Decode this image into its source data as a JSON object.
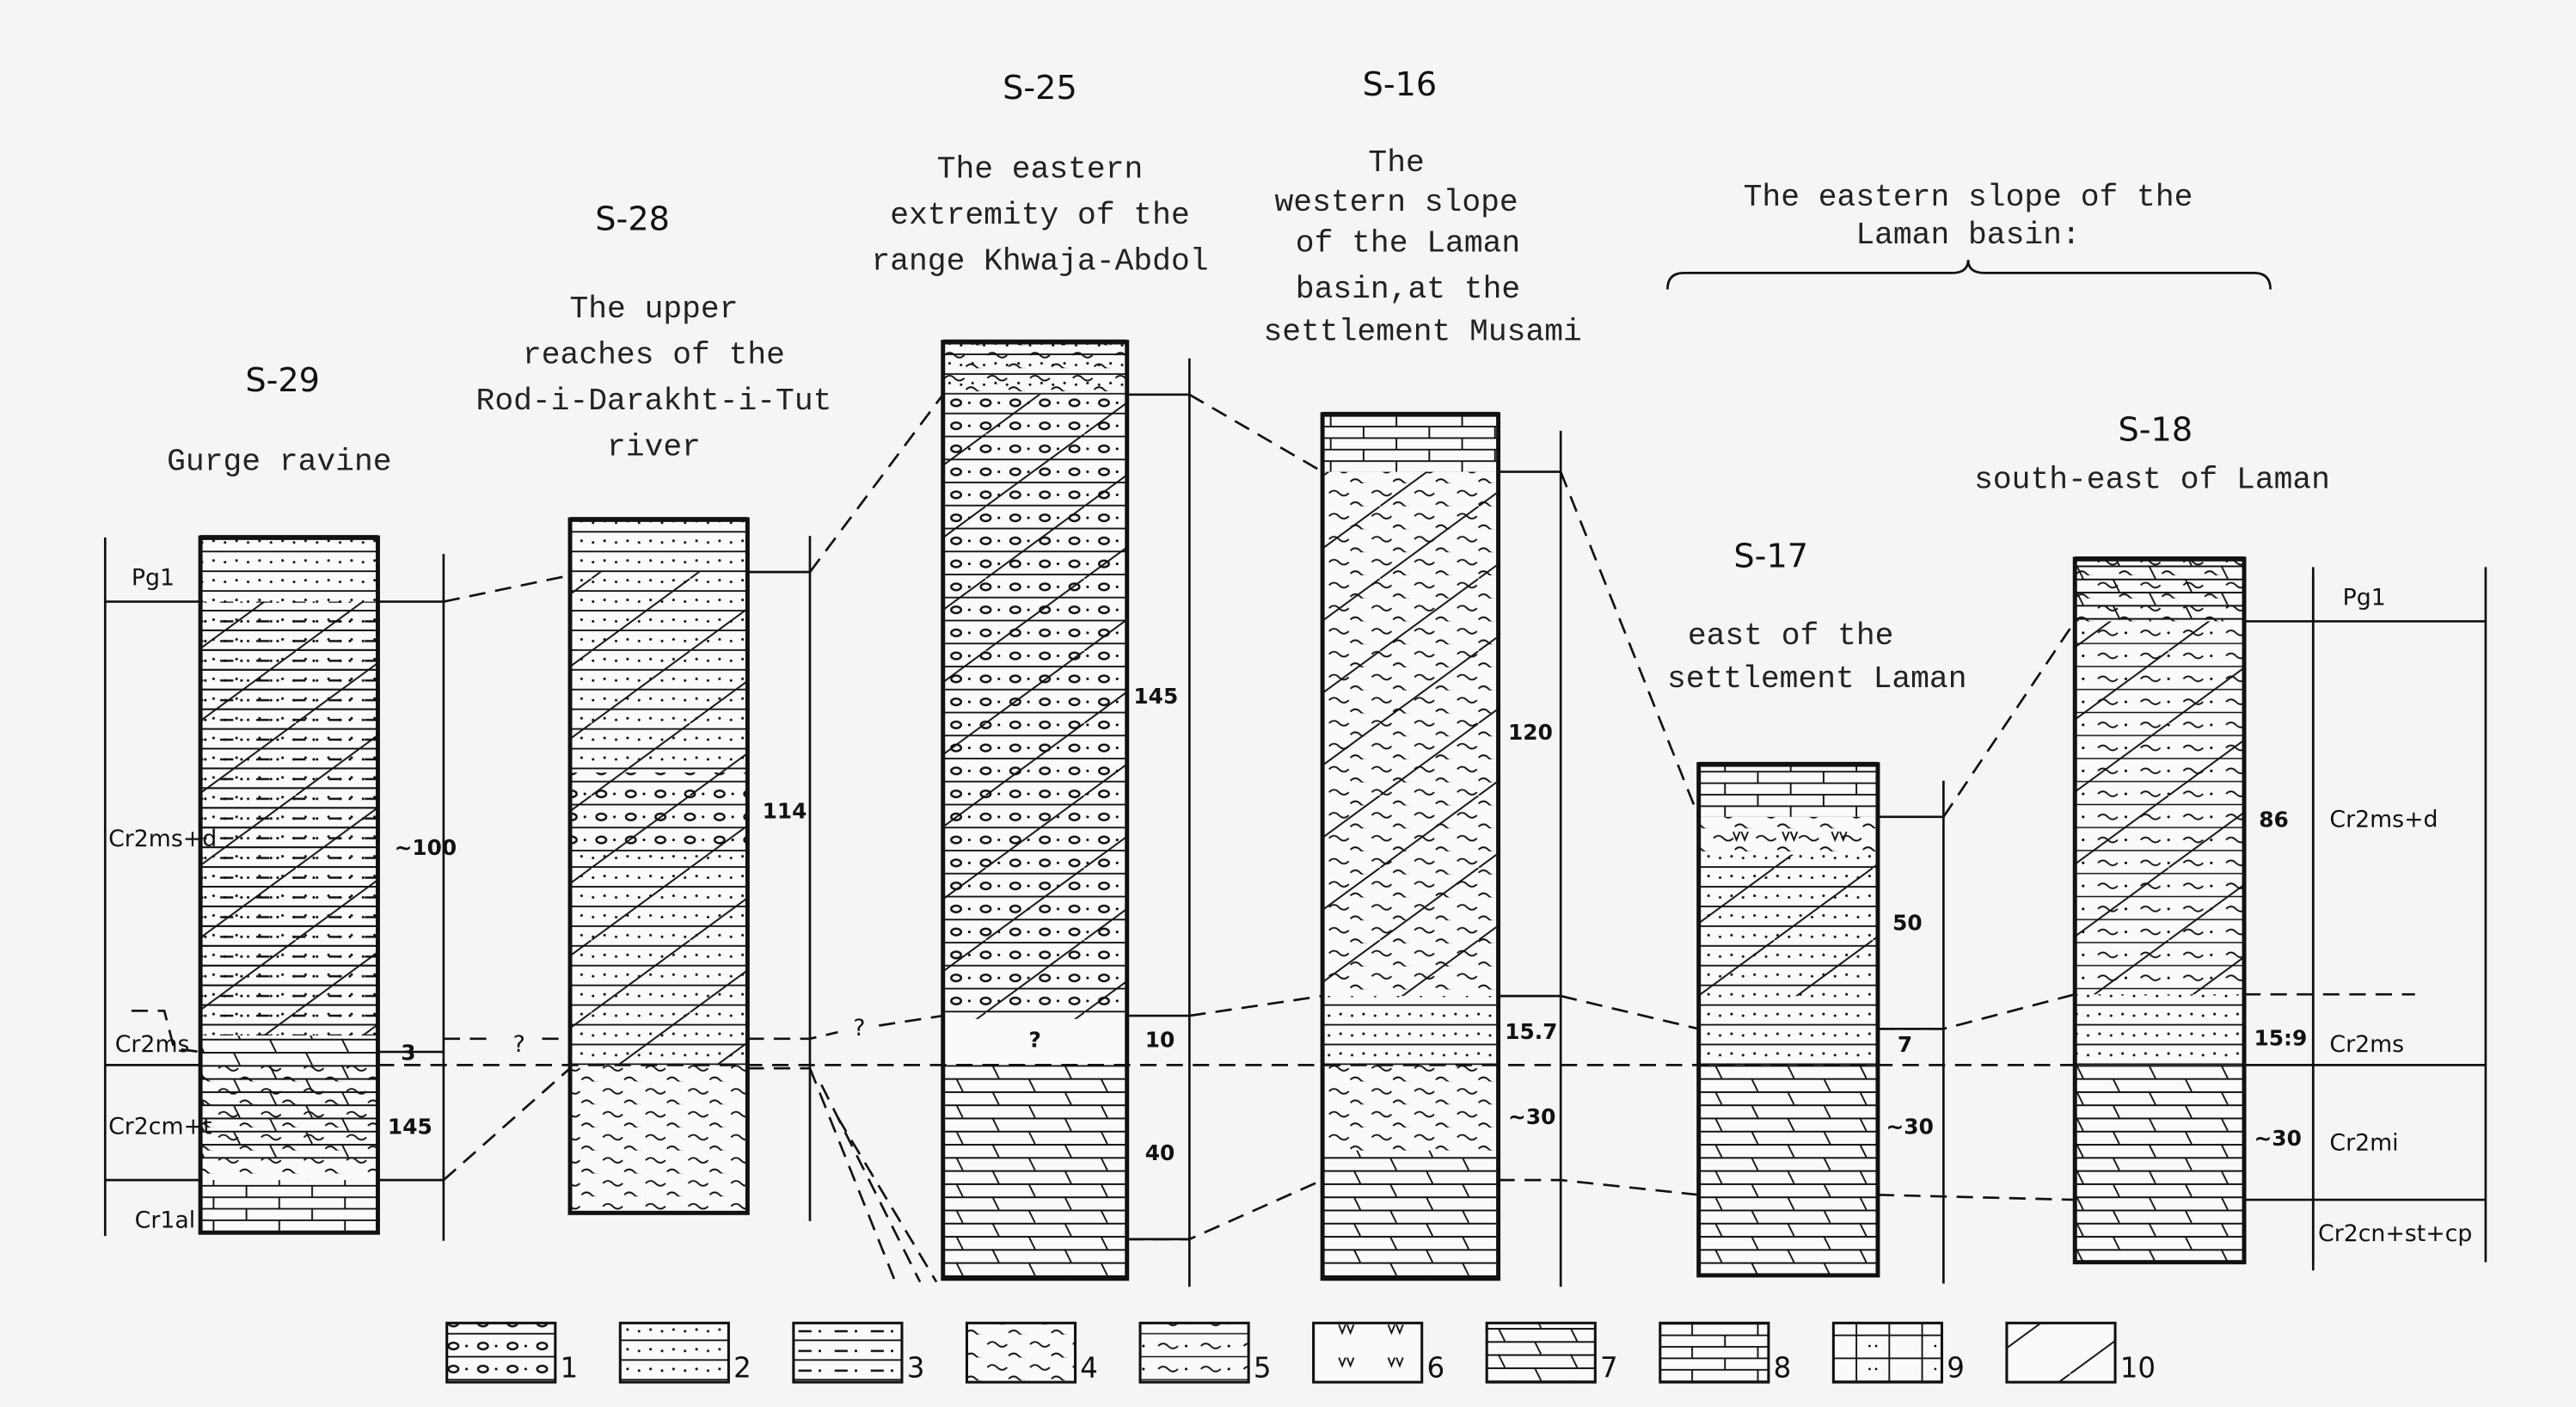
{
  "sections": [
    {
      "id": "S-29",
      "desc": [
        "Gurge  ravine"
      ],
      "thicknesses": [
        "~100",
        "3",
        "145"
      ]
    },
    {
      "id": "S-28",
      "desc": [
        "The upper",
        "reaches of the",
        "Rod-i-Darakht-i-Tut",
        "river"
      ],
      "thicknesses": [
        "114"
      ]
    },
    {
      "id": "S-25",
      "desc": [
        "The eastern",
        "extremity of the",
        "range Khwaja-Abdol"
      ],
      "thicknesses": [
        "145",
        "10",
        "40"
      ],
      "unknown": "?"
    },
    {
      "id": "S-16",
      "desc": [
        "The",
        "western slope",
        "of the Laman",
        "basin,at the",
        "settlement Musami"
      ],
      "thicknesses": [
        "120",
        "15.7",
        "~30"
      ]
    },
    {
      "id": "S-17",
      "desc": [
        "east of the",
        "settlement Laman"
      ],
      "thicknesses": [
        "50",
        "7",
        "~30"
      ]
    },
    {
      "id": "S-18",
      "desc": [
        "south-east of Laman"
      ],
      "thicknesses": [
        "86",
        "15:9",
        "~30"
      ]
    }
  ],
  "group_label": [
    "The eastern slope of the",
    "Laman basin:"
  ],
  "left_units": {
    "pg": "Pg1",
    "msd": "Cr2ms+d",
    "ms": "Cr2ms",
    "cmt": "Cr2cm+t",
    "al": "Cr1al"
  },
  "right_units": {
    "pg": "Pg1",
    "msd": "Cr2ms+d",
    "ms": "Cr2ms",
    "mi": "Cr2mi",
    "cn": "Cr2cn+st+cp"
  },
  "question_marks": [
    "?",
    "?"
  ],
  "legend": [
    "1",
    "2",
    "3",
    "4",
    "5",
    "6",
    "7",
    "8",
    "9",
    "10"
  ]
}
